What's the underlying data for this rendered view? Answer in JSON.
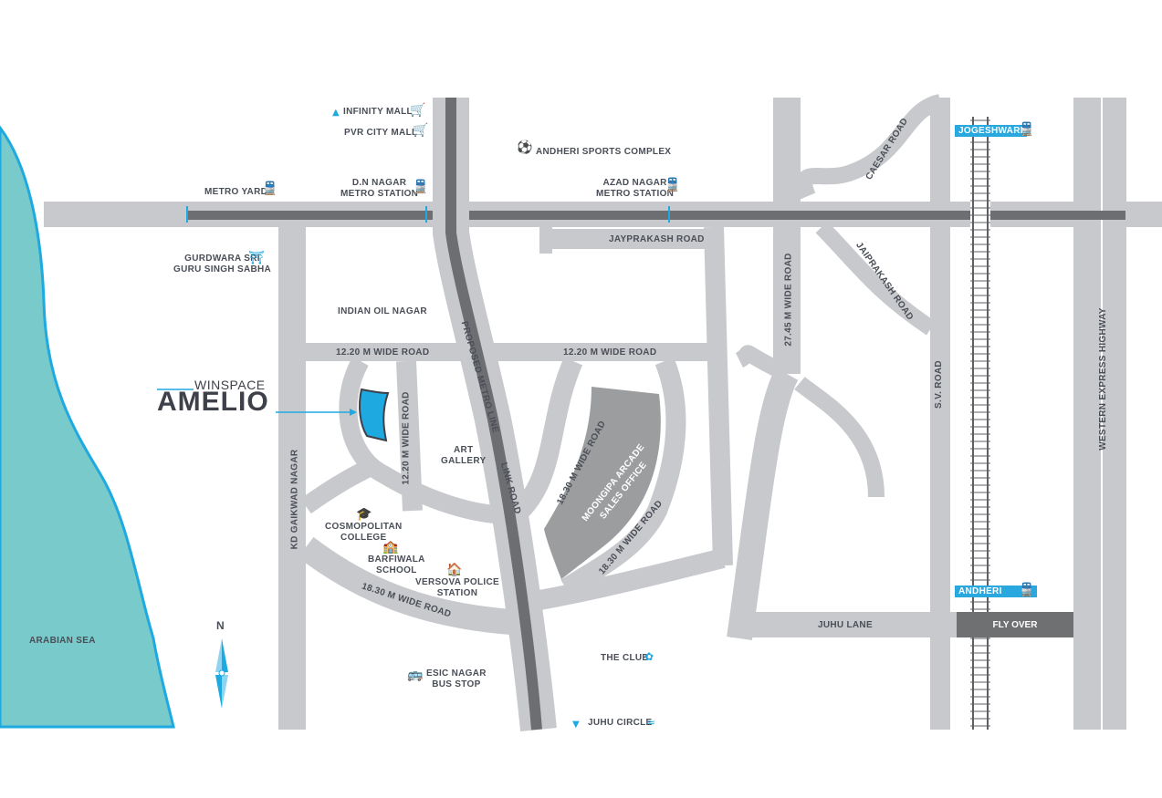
{
  "brand": {
    "top": "WINSPACE",
    "main": "AMELIO"
  },
  "water": {
    "label": "ARABIAN SEA",
    "color": "#79cacb"
  },
  "compass": {
    "label": "N"
  },
  "colors": {
    "road": "#c8c9cc",
    "metro": "#6d6e71",
    "accent": "#29a8e0"
  },
  "landmarks": {
    "infinity_mall": "INFINITY MALL",
    "pvr_city_mall": "PVR CITY MALL",
    "andheri_sports": "ANDHERI SPORTS COMPLEX",
    "metro_yard": "METRO YARD",
    "dn_nagar_1": "D.N NAGAR",
    "dn_nagar_2": "METRO STATION",
    "azad_nagar_1": "AZAD NAGAR",
    "azad_nagar_2": "METRO STATION",
    "gurdwara_1": "GURDWARA SRI",
    "gurdwara_2": "GURU SINGH SABHA",
    "indian_oil": "INDIAN OIL NAGAR",
    "art_gallery_1": "ART",
    "art_gallery_2": "GALLERY",
    "cosmopolitan_1": "COSMOPOLITAN",
    "cosmopolitan_2": "COLLEGE",
    "barfiwala_1": "BARFIWALA",
    "barfiwala_2": "SCHOOL",
    "versova_1": "VERSOVA POLICE",
    "versova_2": "STATION",
    "the_club": "THE CLUB",
    "esic_1": "ESIC NAGAR",
    "esic_2": "BUS STOP",
    "juhu_circle": "JUHU CIRCLE",
    "jogeshwari": "JOGESHWARI",
    "andheri": "ANDHERI",
    "fly_over": "FLY OVER",
    "moongipa_1": "MOONGIPA ARCADE",
    "moongipa_2": "SALES OFFICE"
  },
  "roads": {
    "jayprakash": "JAYPRAKASH ROAD",
    "wide_1220_left": "12.20 M WIDE ROAD",
    "wide_1220_right": "12.20 M WIDE ROAD",
    "wide_1220_vert": "12.20 M WIDE ROAD",
    "metro_line": "PROPOSED METRO LINE",
    "link_road": "LINK ROAD",
    "wide_1830_a": "18.30 M WIDE ROAD",
    "wide_1830_b": "18.30 M WIDE ROAD",
    "wide_1830_c": "18.30 M WIDE ROAD",
    "kd_gaikwad": "KD GAIKWAD NAGAR",
    "wide_2745": "27.45  M WIDE ROAD",
    "caesar": "CAESAR ROAD",
    "jaiprakash": "JAIPRAKASH ROAD",
    "sv_road": "S.V. ROAD",
    "weh": "WESTERN EXPRESS HIGHWAY",
    "juhu_lane": "JUHU LANE"
  }
}
